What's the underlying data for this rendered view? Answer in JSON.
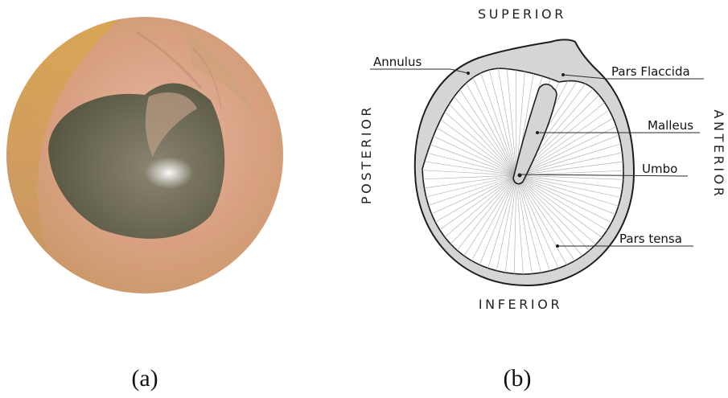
{
  "panel_a": {
    "caption": "(a)"
  },
  "panel_b": {
    "caption": "(b)",
    "orientation": {
      "superior": "SUPERIOR",
      "inferior": "INFERIOR",
      "posterior": "POSTERIOR",
      "anterior": "ANTERIOR"
    },
    "labels": {
      "annulus": "Annulus",
      "pars_flaccida": "Pars Flaccida",
      "malleus": "Malleus",
      "umbo": "Umbo",
      "pars_tensa": "Pars tensa"
    },
    "colors": {
      "membrane_fill": "#d4d5d7",
      "outline": "#1e1e1e",
      "radial_lines": "#b4b4b4"
    }
  }
}
